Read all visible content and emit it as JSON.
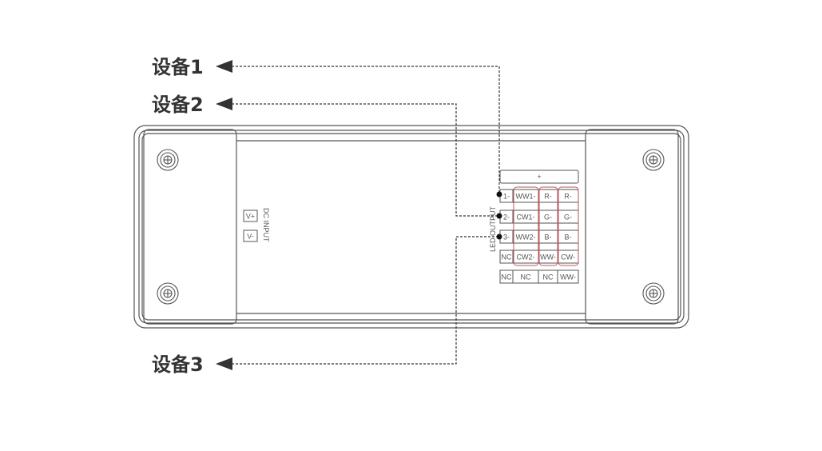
{
  "devices": [
    {
      "label": "设备1"
    },
    {
      "label": "设备2"
    },
    {
      "label": "设备3"
    }
  ],
  "dc_input": {
    "title": "DC INPUT",
    "pins": [
      "V+",
      "V-"
    ]
  },
  "led_output": {
    "title": "LED OUTPUT",
    "plus": "+",
    "rows": [
      [
        "1-",
        "WW1-",
        "R-",
        "R-"
      ],
      [
        "2-",
        "CW1-",
        "G-",
        "G-"
      ],
      [
        "3-",
        "WW2-",
        "B-",
        "B-"
      ],
      [
        "NC",
        "CW2-",
        "WW-",
        "CW-"
      ],
      [
        "NC",
        "NC",
        "NC",
        "WW-"
      ]
    ]
  },
  "colors": {
    "highlight": "#b5595e",
    "line": "#555555"
  }
}
